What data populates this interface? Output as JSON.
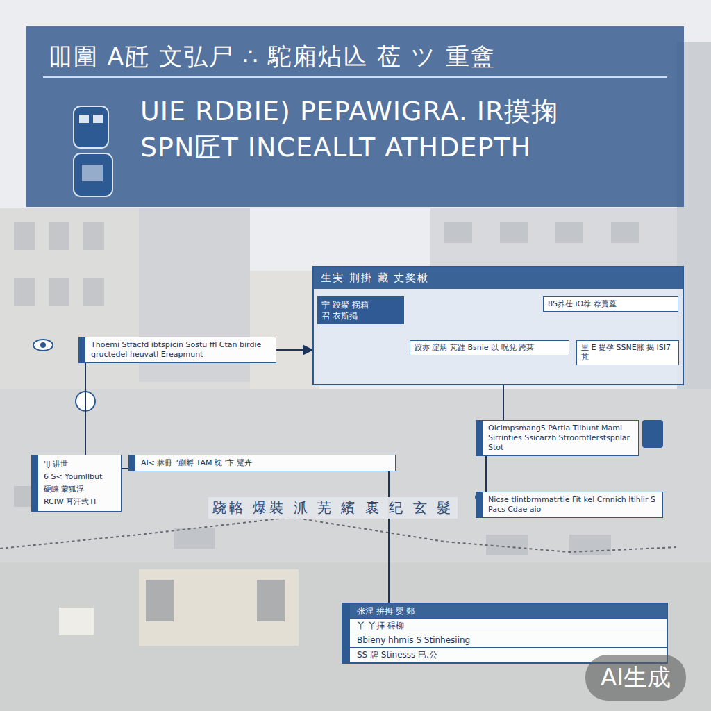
{
  "diagram": {
    "nodes": [
      {
        "text": [
          "吅圍 A瓩 文弘尸 ∴ 駝廂炶兦 莅 ツ 重盦",
          "UIE RDBIE) PEPAWIGRA. IR摸掬",
          "SPN匠T INCEALLT ATHDEPTH"
        ]
      },
      {
        "text": [
          "Thoemi Stfacfd ibtspicin Sostu ffl Ctan birdie gructedel heuvatl Ereapmunt"
        ]
      },
      {
        "text": [
          "生実 荆掛 藏 丈奖楸"
        ]
      },
      {
        "text": [
          "宁 跤聚 拐箱",
          "召 衣斯掲"
        ],
        "in": 2
      },
      {
        "text": [
          "8S荞茌 iO荐 荐蕢蒕"
        ],
        "in": 2
      },
      {
        "text": [
          "跤亦 淀炳 芃跬 Bsnie 以 呪兌 跨莱"
        ],
        "in": 2
      },
      {
        "text": [
          "里 E 提孕 SSNE胀 揭 ISI7 芃"
        ],
        "in": 2
      },
      {
        "text": [
          "'IJ 讲世",
          "6 S< Youmllbut",
          "硬睐 蒙狐浮",
          "RCIW 耳汗弐TI"
        ]
      },
      {
        "text": [
          "AI< 牀冊 \"蒯孵 TAM 眈 '卞 躄卉"
        ]
      },
      {
        "text": [
          "Olcimpsmang5 PArtia Tilbunt Maml Sirrinties Ssicarzh Stroomtlerstspnlar Stot"
        ]
      },
      {
        "text": [
          "Nicse tlintbrmmatrtie Fit kel Crnnich Itihlir S Pacs Cdae aio"
        ]
      },
      {
        "text": [
          "张涅 拚拇 嬰 郯",
          "丫 丫拝 碍柳",
          "Bbieny hhmis S Stinhesiing",
          "SS 牌 Stinesss 巳.公"
        ]
      }
    ],
    "edges": [
      {
        "from": 1,
        "to": 2,
        "arrow": "to"
      },
      {
        "from": 2,
        "to": 9,
        "arrow": "none"
      },
      {
        "from": 9,
        "to": 10,
        "arrow": "none"
      },
      {
        "from": 7,
        "to": 8,
        "arrow": "none"
      },
      {
        "from": 8,
        "to": 11,
        "arrow": "none"
      },
      {
        "from": 1,
        "to": 7,
        "arrow": "none"
      }
    ],
    "labels": [
      "跷輅 爆裝 沠 芜 繽 裹 纪 玄 髮",
      "AI生成"
    ]
  }
}
